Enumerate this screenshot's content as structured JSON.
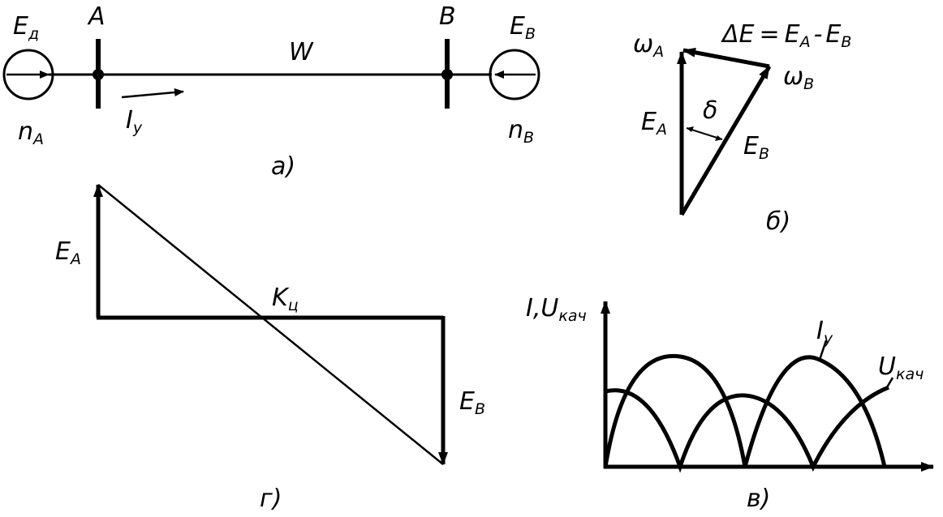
{
  "diagram_a": {
    "source_left": "E",
    "source_left_sub": "д",
    "bus_left": "A",
    "line": "W",
    "bus_right": "B",
    "source_right": "E",
    "source_right_sub": "B",
    "current": "I",
    "current_sub": "у",
    "speed_left": "n",
    "speed_left_sub": "A",
    "speed_right": "n",
    "speed_right_sub": "B",
    "caption": "а)"
  },
  "diagram_b": {
    "equation_delta": "ΔE",
    "equation_rhs_1": "E",
    "equation_rhs_1_sub": "A",
    "equation_minus": "-",
    "equation_rhs_2": "E",
    "equation_rhs_2_sub": "B",
    "equals": "=",
    "omega_a": "ω",
    "omega_a_sub": "A",
    "omega_b": "ω",
    "omega_b_sub": "B",
    "ea": "E",
    "ea_sub": "A",
    "eb": "E",
    "eb_sub": "B",
    "angle": "δ",
    "caption": "б)"
  },
  "diagram_g": {
    "ea": "E",
    "ea_sub": "A",
    "center": "K",
    "center_sub": "ц",
    "eb": "E",
    "eb_sub": "B",
    "caption": "г)"
  },
  "diagram_v": {
    "y_axis": "I,U",
    "y_axis_sub": "кач",
    "curve_i": "I",
    "curve_i_sub": "у",
    "curve_u": "U",
    "curve_u_sub": "кач",
    "caption": "в)"
  }
}
